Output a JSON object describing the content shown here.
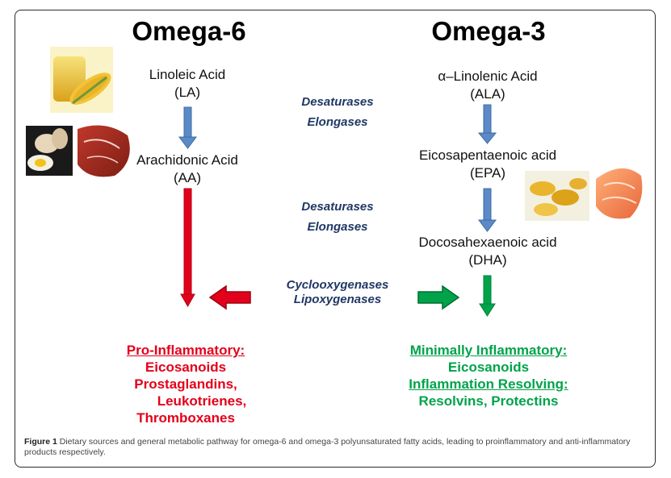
{
  "omega6": {
    "title": "Omega-6",
    "step1": {
      "name": "Linoleic Acid",
      "abbr": "(LA)"
    },
    "step2": {
      "name": "Arachidonic Acid",
      "abbr": "(AA)"
    },
    "outcome": {
      "heading": "Pro-Inflammatory:",
      "lines": [
        "Eicosanoids",
        "Prostaglandins,",
        "Leukotrienes,",
        "Thromboxanes"
      ]
    },
    "food_icons": [
      "corn-oil-icon",
      "eggs-icon",
      "red-meat-icon"
    ]
  },
  "omega3": {
    "title": "Omega-3",
    "step1": {
      "name": "α–Linolenic Acid",
      "abbr": "(ALA)"
    },
    "step2": {
      "name": "Eicosapentaenoic acid",
      "abbr": "(EPA)"
    },
    "step3": {
      "name": "Docosahexaenoic acid",
      "abbr": "(DHA)"
    },
    "outcome": {
      "heading1": "Minimally Inflammatory:",
      "line1": "Eicosanoids",
      "heading2": "Inflammation Resolving:",
      "line2": "Resolvins, Protectins"
    },
    "food_icons": [
      "fish-oil-capsules-icon",
      "salmon-icon"
    ]
  },
  "enzymes": {
    "group1": [
      "Desaturases",
      "Elongases"
    ],
    "group2": [
      "Desaturases",
      "Elongases"
    ],
    "group3": [
      "Cyclooxygenases",
      "Lipoxygenases"
    ]
  },
  "caption": {
    "label": "Figure 1",
    "text": " Dietary sources and general metabolic pathway for omega-6 and omega-3 polyunsaturated fatty acids, leading to proinflammatory and anti-inflammatory products respectively."
  },
  "colors": {
    "blue_arrow": "#5b8ac6",
    "red_arrow": "#e3001b",
    "green_arrow": "#00a34a",
    "enzyme_text": "#1f3864",
    "pro_inflammatory": "#e3001b",
    "minimally_inflammatory": "#00a34a"
  }
}
